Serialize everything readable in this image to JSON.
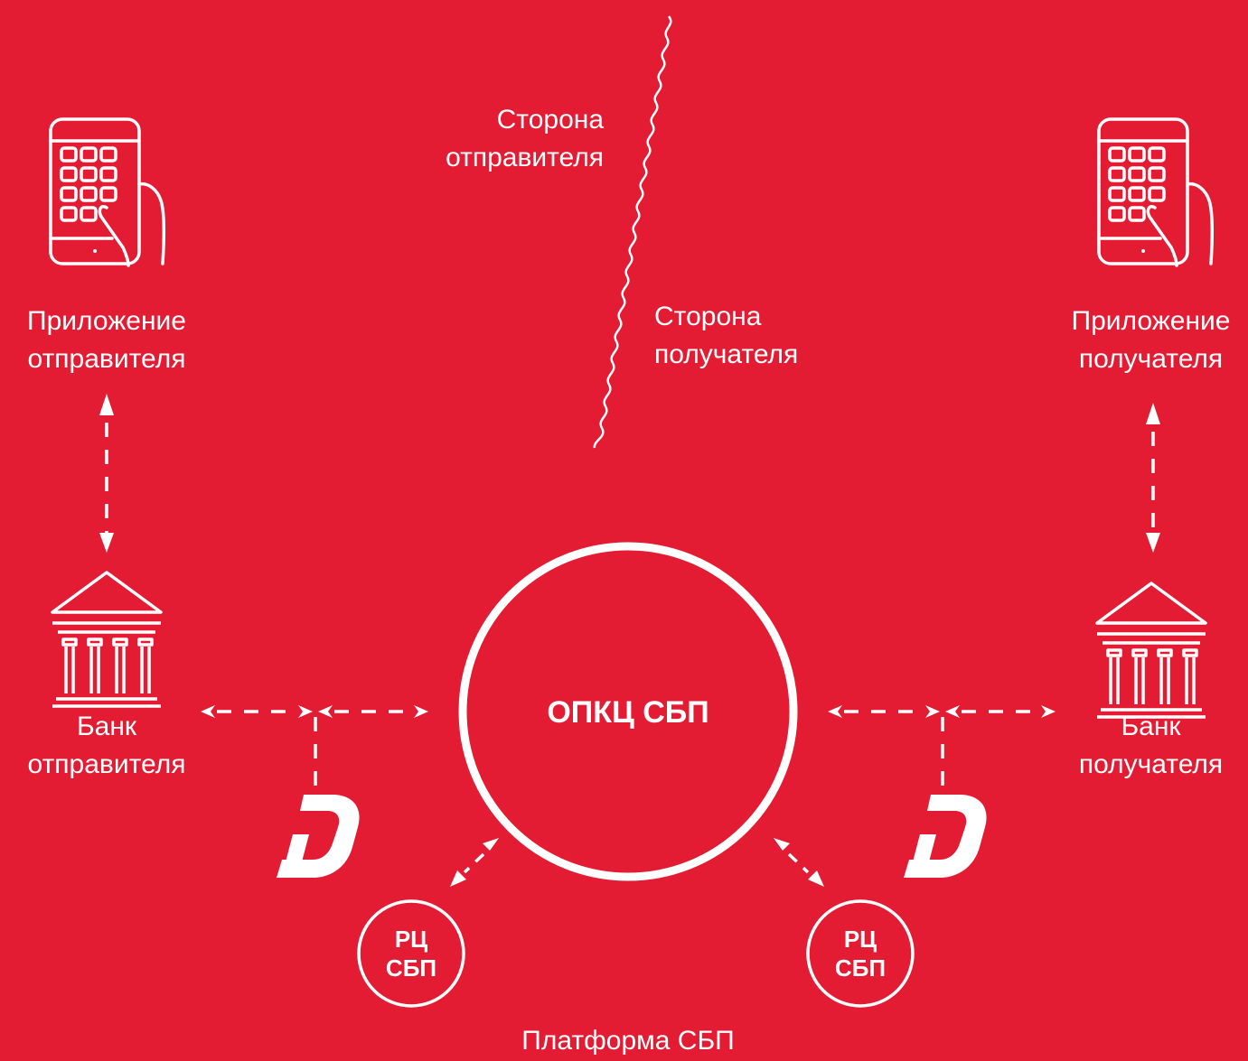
{
  "colors": {
    "background": "#e31b33",
    "foreground": "#ffffff"
  },
  "divider": {
    "sender_side": [
      "Сторона",
      "отправителя"
    ],
    "receiver_side": [
      "Сторона",
      "получателя"
    ]
  },
  "sender": {
    "app": [
      "Приложение",
      "отправителя"
    ],
    "app_icon": "smartphone-tap-icon",
    "bank": [
      "Банк",
      "отправителя"
    ],
    "bank_icon": "bank-building-icon",
    "gateway_icon": "d-logo-icon"
  },
  "receiver": {
    "app": [
      "Приложение",
      "получателя"
    ],
    "app_icon": "smartphone-tap-icon",
    "bank": [
      "Банк",
      "получателя"
    ],
    "bank_icon": "bank-building-icon",
    "gateway_icon": "d-logo-icon"
  },
  "center": {
    "label": "ОПКЦ СБП"
  },
  "rc_left": [
    "РЦ",
    "СБП"
  ],
  "rc_right": [
    "РЦ",
    "СБП"
  ],
  "platform_label": "Платформа СБП"
}
